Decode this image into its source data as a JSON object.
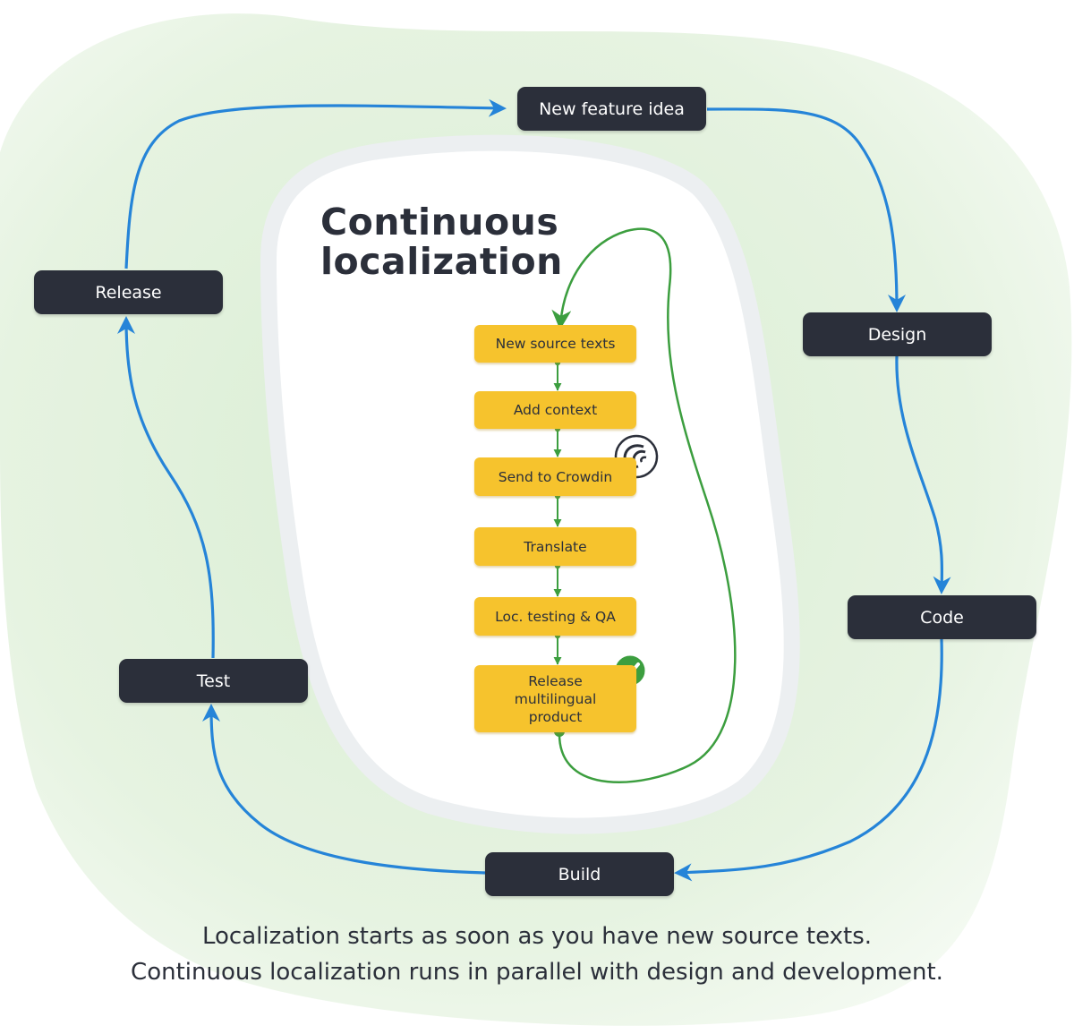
{
  "title": {
    "line1": "Continuous",
    "line2": "localization"
  },
  "outer_cycle": [
    {
      "id": "new-feature-idea",
      "label": "New feature idea"
    },
    {
      "id": "design",
      "label": "Design"
    },
    {
      "id": "code",
      "label": "Code"
    },
    {
      "id": "build",
      "label": "Build"
    },
    {
      "id": "test",
      "label": "Test"
    },
    {
      "id": "release",
      "label": "Release"
    }
  ],
  "inner_steps": [
    {
      "id": "new-source-texts",
      "label": "New source texts"
    },
    {
      "id": "add-context",
      "label": "Add context"
    },
    {
      "id": "send-to-crowdin",
      "label": "Send to Crowdin",
      "icon": "crowdin-logo-icon"
    },
    {
      "id": "translate",
      "label": "Translate"
    },
    {
      "id": "loc-testing-qa",
      "label": "Loc. testing & QA"
    },
    {
      "id": "release-multilingual-product",
      "label": "Release multilingual product",
      "icon": "check-icon"
    }
  ],
  "caption": {
    "line1": "Localization starts as soon as you have new source texts.",
    "line2": "Continuous localization runs in parallel with design and development."
  },
  "colors": {
    "outer_box": "#2b2f3a",
    "inner_box": "#f6c32d",
    "outer_arrow": "#2584d8",
    "inner_arrow": "#3c9e3f",
    "background_blob": "#dcefd6",
    "inner_area_border": "#eceff1"
  }
}
